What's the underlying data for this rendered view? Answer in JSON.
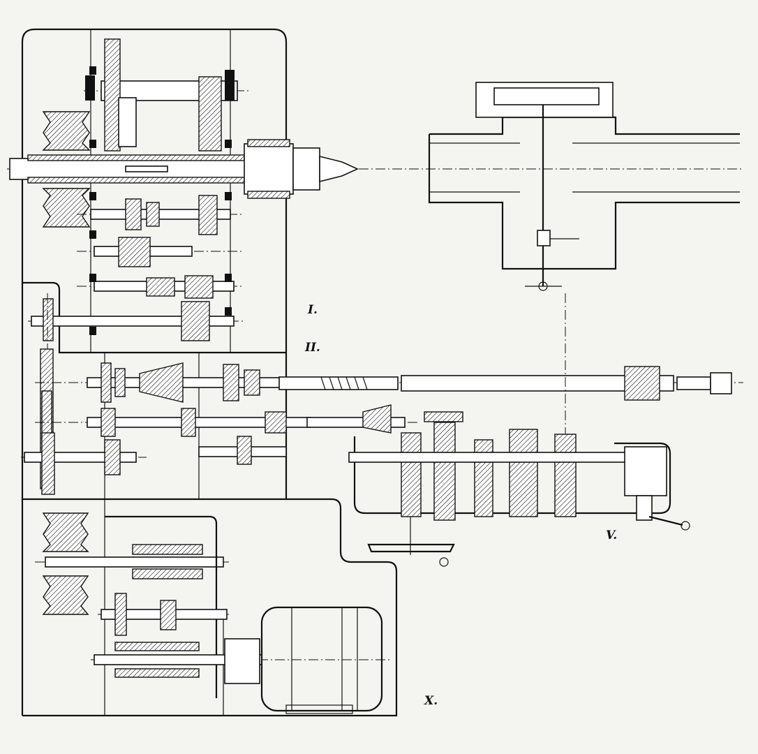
{
  "labels": {
    "section_1": "I.",
    "section_2": "II.",
    "section_5": "V.",
    "section_10": "X."
  },
  "colors": {
    "ink": "#111111",
    "paper": "#f4f4f1"
  }
}
